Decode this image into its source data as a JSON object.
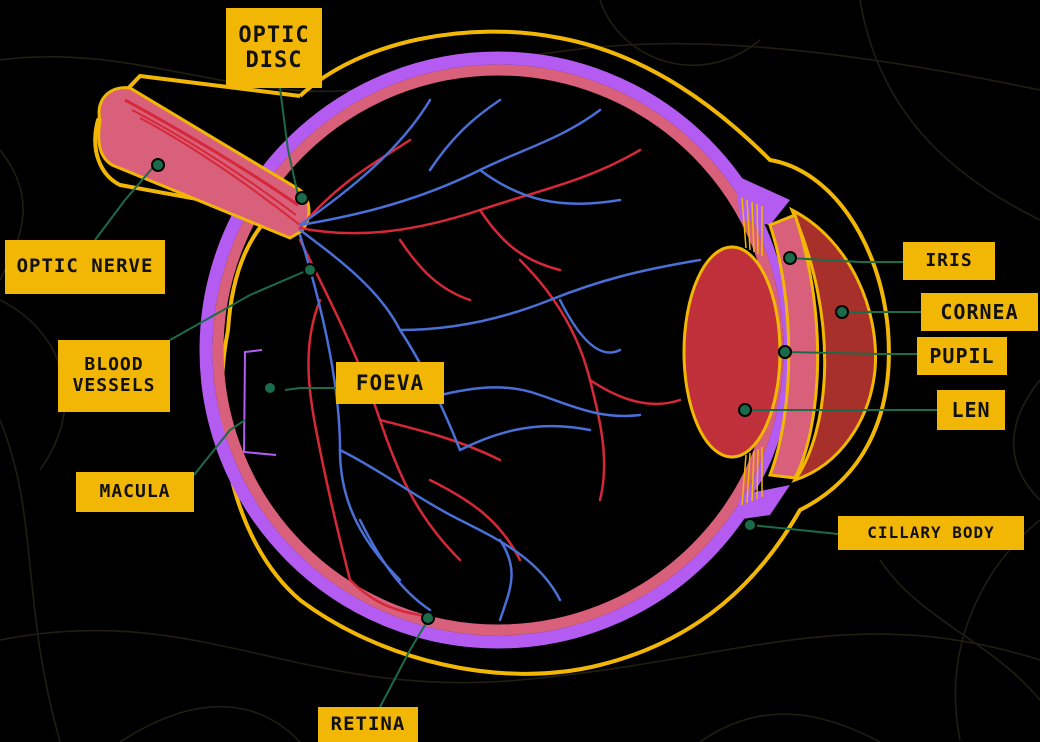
{
  "labels": {
    "optic_disc": "OPTIC\nDISC",
    "optic_nerve": "OPTIC NERVE",
    "blood_vessels": "BLOOD\nVESSELS",
    "foeva": "FOEVA",
    "macula": "MACULA",
    "retina": "RETINA",
    "iris": "IRIS",
    "cornea": "CORNEA",
    "pupil": "PUPIL",
    "len": "LEN",
    "cillary_body": "CILLARY BODY"
  },
  "colors": {
    "background": "#000000",
    "label_fill": "#f2b705",
    "outline": "#f2b705",
    "sclera": "#b45cf2",
    "retina": "#d9607a",
    "vein": "#4a6fd6",
    "artery": "#d62838",
    "lens": "#c0303a",
    "cornea": "#a8302a",
    "pointer_dot": "#1a6b4a",
    "background_texture": "#3d3620"
  }
}
